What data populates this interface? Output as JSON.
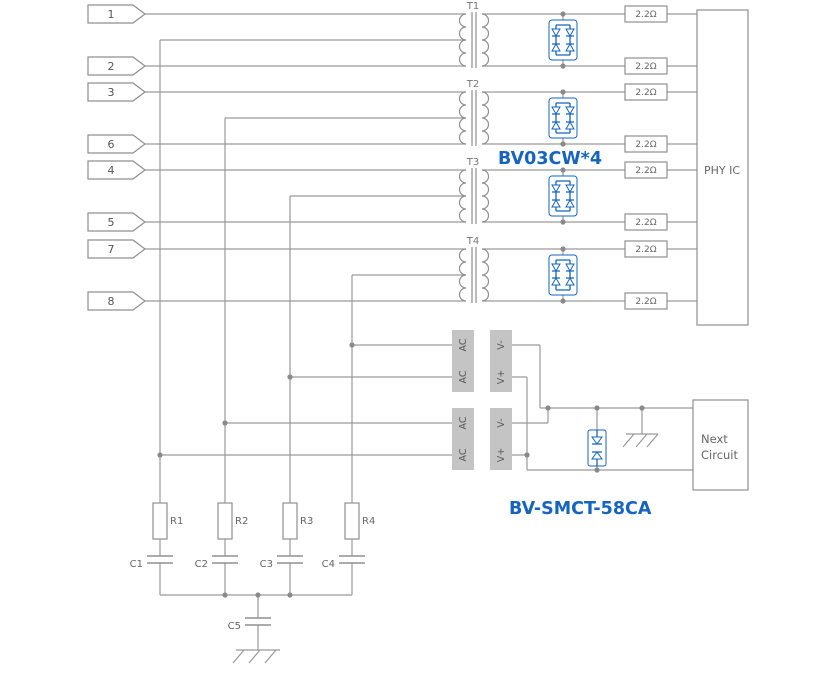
{
  "pins": [
    "1",
    "2",
    "3",
    "6",
    "4",
    "5",
    "7",
    "8"
  ],
  "transformers": [
    "T1",
    "T2",
    "T3",
    "T4"
  ],
  "series_resistor_value": "2.2Ω",
  "tvs_array_label": "BV03CW*4",
  "poe_bridge_label": "BV-SMCT-58CA",
  "phy_label": "PHY IC",
  "next_circuit_line1": "Next",
  "next_circuit_line2": "Circuit",
  "bridge_pin_ac": "AC",
  "bridge_pin_vminus": "V-",
  "bridge_pin_vplus": "V+",
  "termination_resistors": [
    "R1",
    "R2",
    "R3",
    "R4"
  ],
  "capacitors": [
    "C1",
    "C2",
    "C3",
    "C4",
    "C5"
  ],
  "colors": {
    "wire": "#9a9a9a",
    "accent_blue": "#1565c0",
    "block_fill": "#c4c4c4",
    "text": "#666666"
  }
}
